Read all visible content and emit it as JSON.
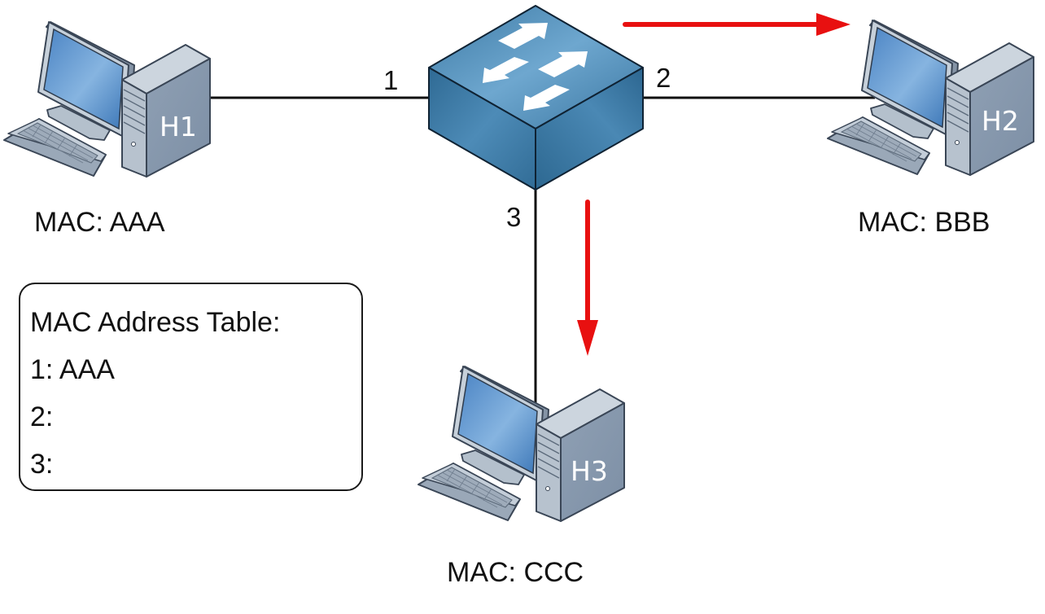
{
  "diagram": {
    "switch": {
      "name": "switch",
      "ports": [
        {
          "id": "1",
          "label": "1",
          "connected_host": "H1"
        },
        {
          "id": "2",
          "label": "2",
          "connected_host": "H2"
        },
        {
          "id": "3",
          "label": "3",
          "connected_host": "H3"
        }
      ]
    },
    "hosts": [
      {
        "name": "H1",
        "mac_label": "MAC: AAA",
        "port": "1"
      },
      {
        "name": "H2",
        "mac_label": "MAC: BBB",
        "port": "2"
      },
      {
        "name": "H3",
        "mac_label": "MAC: CCC",
        "port": "3"
      }
    ],
    "flood_arrows": [
      {
        "toward_port": "2",
        "direction": "right"
      },
      {
        "toward_port": "3",
        "direction": "down"
      }
    ],
    "mac_table": {
      "title": "MAC Address Table:",
      "rows": [
        "1: AAA",
        "2:",
        "3:"
      ]
    },
    "colors": {
      "arrow": "#e81010",
      "switch_top": "#5a93bb",
      "switch_front": "#3f7aa3",
      "switch_side": "#2f6890",
      "tower_front": "#8a9bb0",
      "screen": "#5b8fc8",
      "cable": "#111111"
    }
  }
}
